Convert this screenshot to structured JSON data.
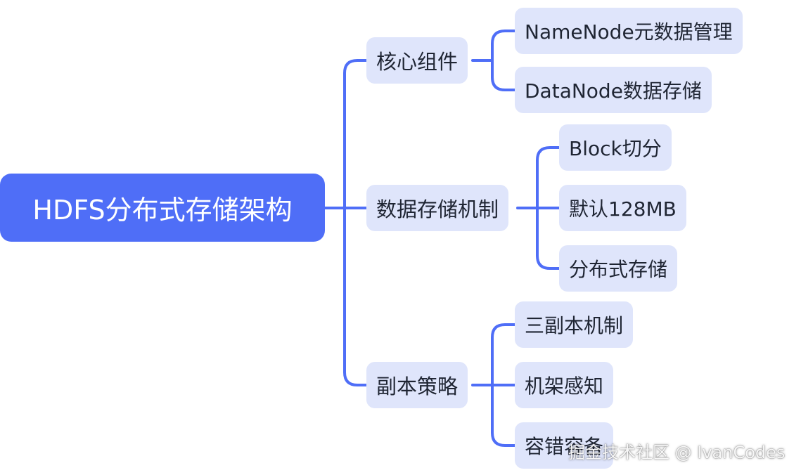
{
  "diagram": {
    "root": {
      "label": "HDFS分布式存储架构"
    },
    "branches": [
      {
        "label": "核心组件",
        "children": [
          "NameNode元数据管理",
          "DataNode数据存储"
        ]
      },
      {
        "label": "数据存储机制",
        "children": [
          "Block切分",
          "默认128MB",
          "分布式存储"
        ]
      },
      {
        "label": "副本策略",
        "children": [
          "三副本机制",
          "机架感知",
          "容错容备"
        ]
      }
    ]
  },
  "watermark": "掘金技术社区 @ IvanCodes",
  "colors": {
    "root_fill": "#4f6ef7",
    "node_fill": "#dfe5fb",
    "connector": "#4f6ef7",
    "text": "#1f2533"
  }
}
